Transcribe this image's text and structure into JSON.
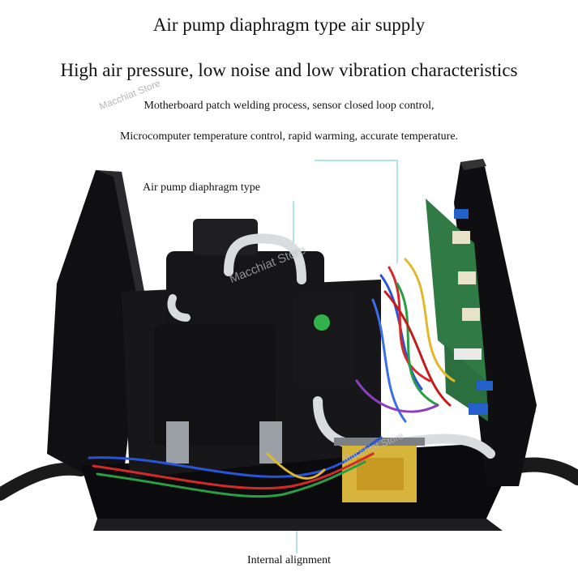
{
  "heading": {
    "line1": "Air pump diaphragm type air supply",
    "line2": "High air pressure, low noise and low vibration characteristics",
    "line3": "Motherboard patch welding process, sensor closed loop control,",
    "line4": "Microcomputer temperature control, rapid warming, accurate temperature."
  },
  "callouts": {
    "air_pump": "Air pump diaphragm type",
    "internal": "Internal alignment"
  },
  "watermark": {
    "text": "Macchiat Store"
  },
  "colors": {
    "callout_line": "#7fd3d9",
    "enclosure": "#0e0e10",
    "pcb": "#2f7a45",
    "transformer": "#d6b33a"
  }
}
